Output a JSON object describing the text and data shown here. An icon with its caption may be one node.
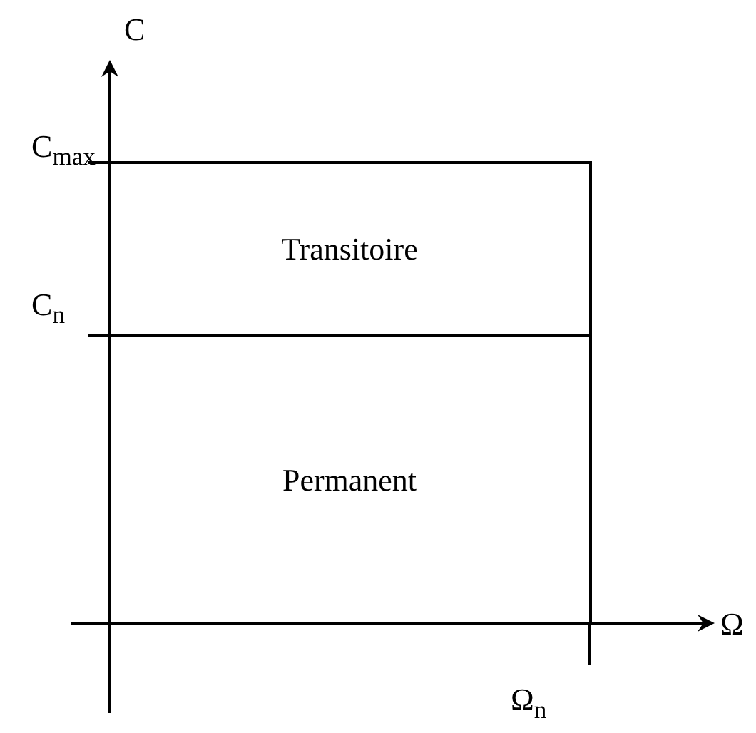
{
  "diagram": {
    "nodes": [
      {
        "text": [
          "Transitoire"
        ]
      },
      {
        "text": [
          "Permanent"
        ]
      }
    ],
    "labels": [
      "C",
      "C$_{max}$",
      "C$_{n}$",
      "Ω",
      "Ω$_{n}$"
    ]
  }
}
